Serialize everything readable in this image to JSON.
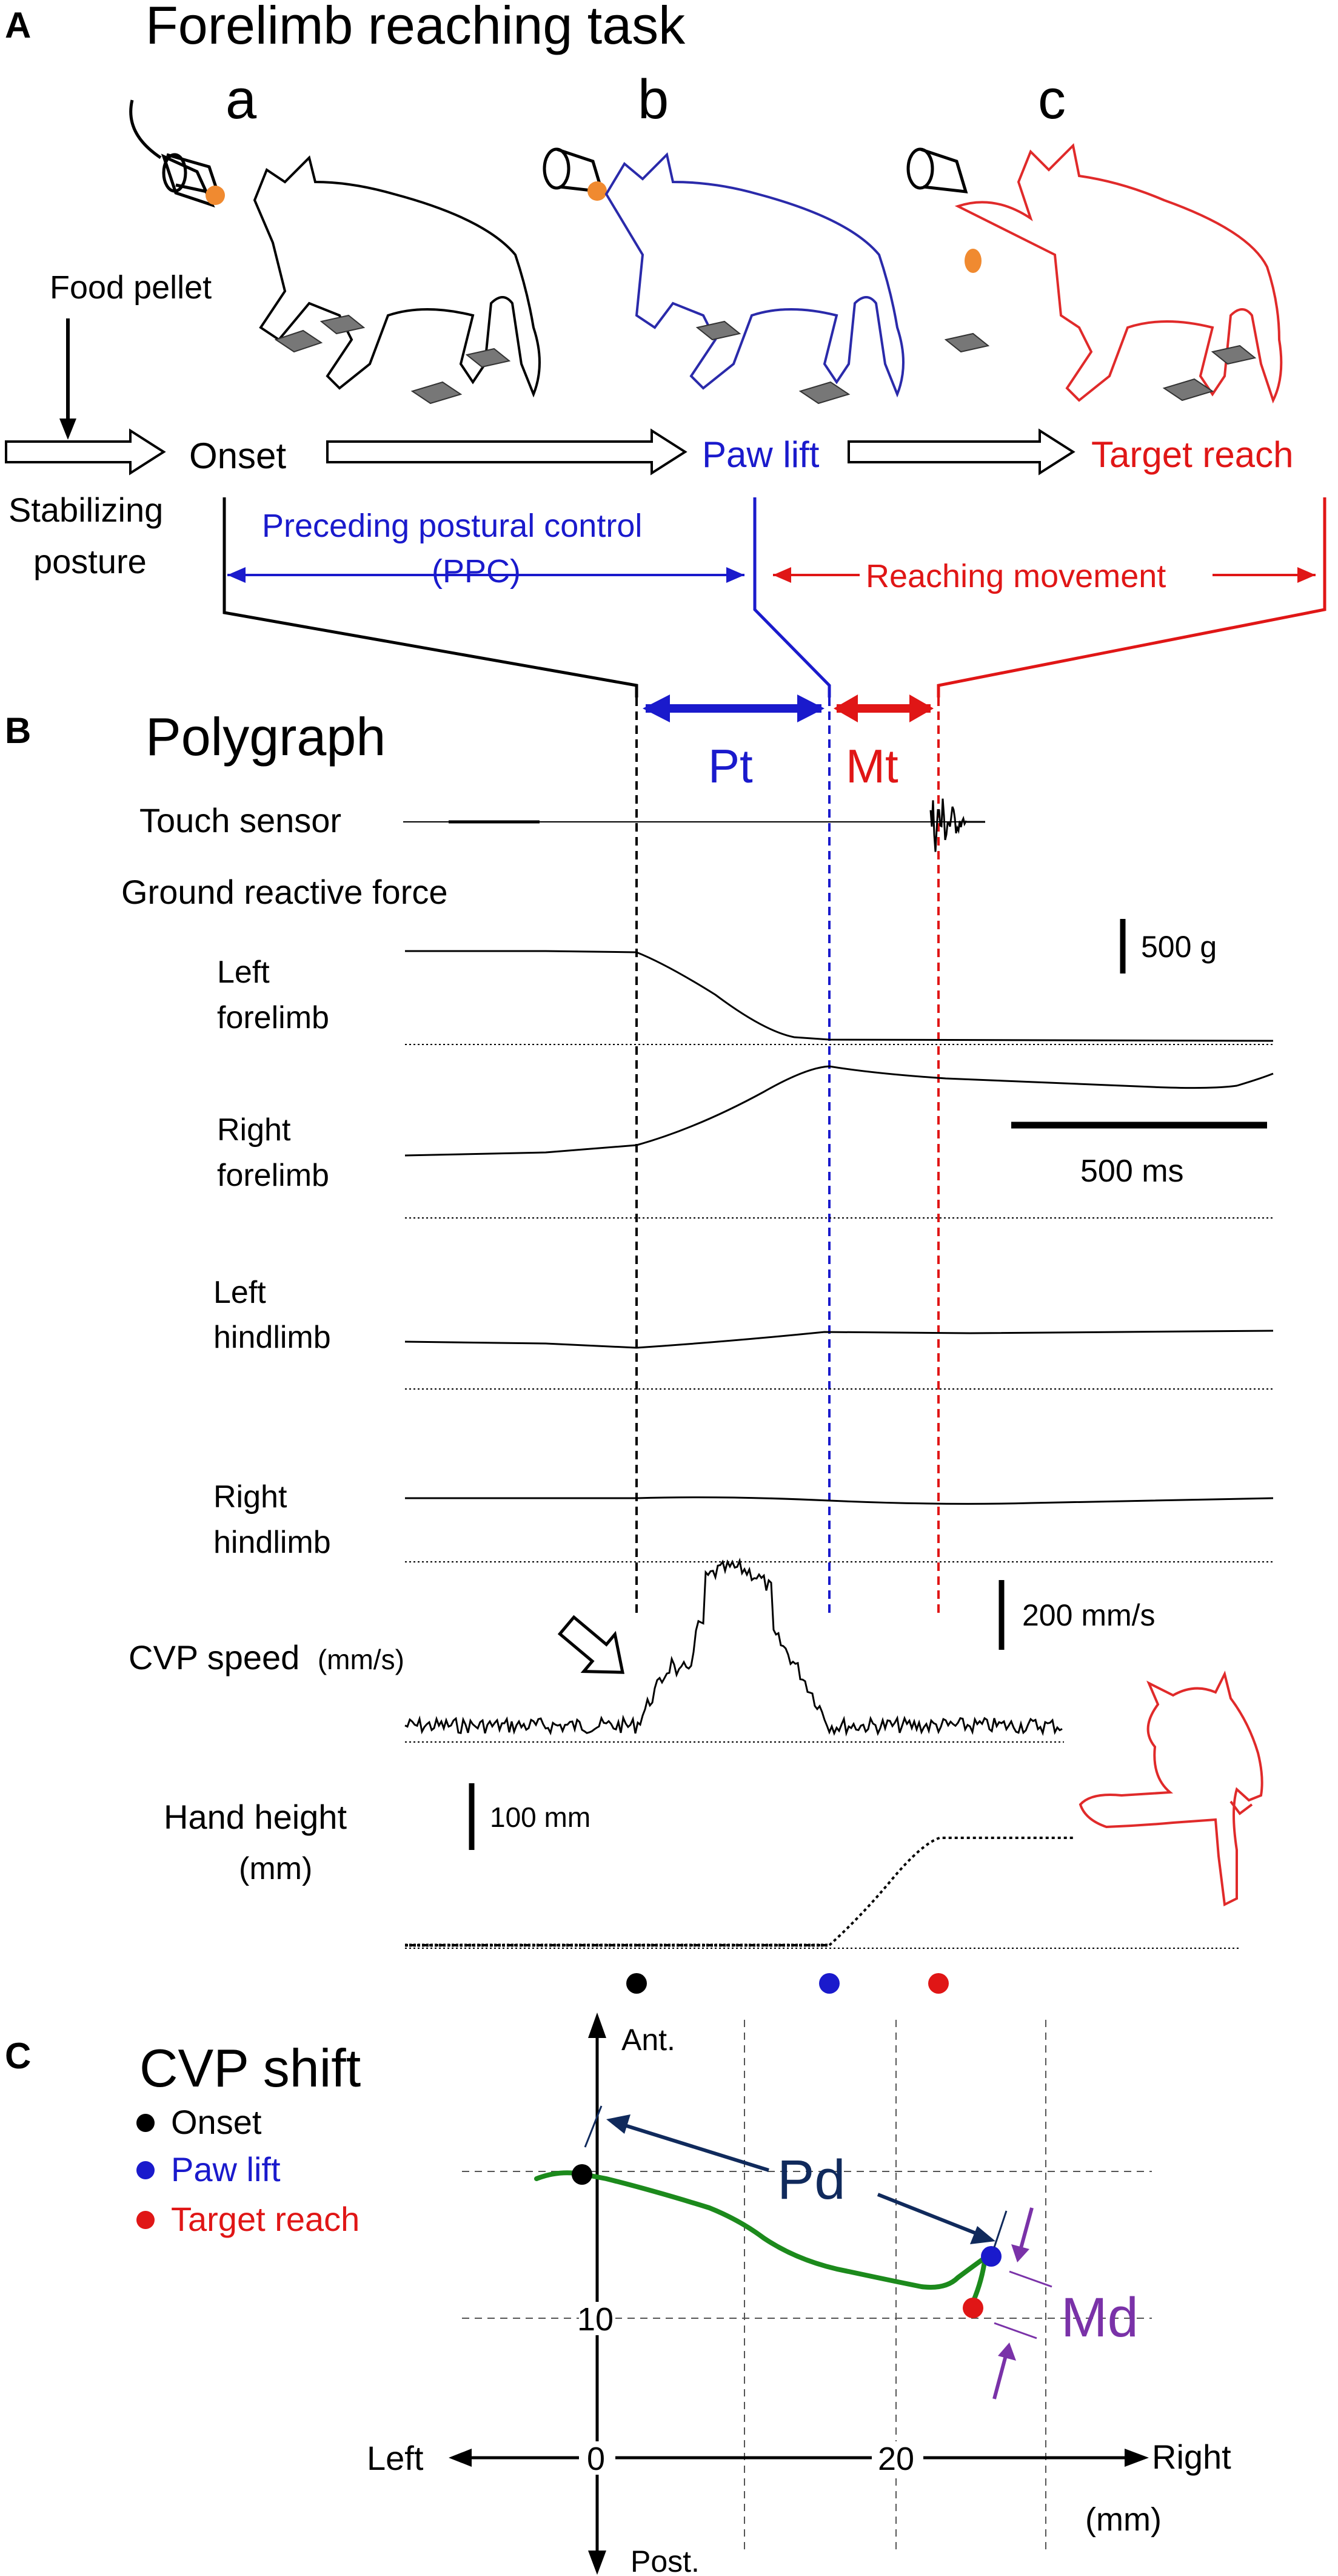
{
  "colors": {
    "onset": "#000000",
    "paw_lift": "#1a1acc",
    "target_reach": "#e01616",
    "trajectory": "#1c8a1c",
    "pd_arrow": "#102a5c",
    "md_arrow": "#7a32a8",
    "pellet": "#f08a30",
    "cat_onset": "#000000",
    "cat_paw_lift": "#2a2aaa",
    "cat_target_reach": "#e02a2a"
  },
  "panel_a": {
    "letter": "A",
    "title": "Forelimb reaching task",
    "sub_a": "a",
    "sub_b": "b",
    "sub_c": "c",
    "food_pellet": "Food pellet",
    "onset": "Onset",
    "paw_lift": "Paw lift",
    "target_reach": "Target reach",
    "stabilizing": "Stabilizing",
    "posture": "posture",
    "ppc_line1": "Preceding postural control",
    "ppc_line2": "(PPC)",
    "reaching_movement": "Reaching movement",
    "icons": [
      "food-dispenser-icon",
      "food-pellet-icon",
      "cat-standing-icon",
      "cat-reaching-icon",
      "force-plate-icon",
      "hollow-arrow-icon"
    ]
  },
  "panel_b": {
    "letter": "B",
    "title": "Polygraph",
    "pt": "Pt",
    "mt": "Mt",
    "touch_sensor": "Touch sensor",
    "grf": "Ground reactive force",
    "left_forelimb_1": "Left",
    "left_forelimb_2": "forelimb",
    "right_forelimb_1": "Right",
    "right_forelimb_2": "forelimb",
    "left_hindlimb_1": "Left",
    "left_hindlimb_2": "hindlimb",
    "right_hindlimb_1": "Right",
    "right_hindlimb_2": "hindlimb",
    "cvp_speed": "CVP speed",
    "cvp_unit": "(mm/s)",
    "hand_height": "Hand height",
    "hand_unit": "(mm)",
    "scale_force": "500 g",
    "scale_time": "500 ms",
    "scale_speed": "200 mm/s",
    "scale_height": "100 mm",
    "icons": [
      "hollow-arrow-icon",
      "cat-reaching-icon"
    ]
  },
  "panel_c": {
    "letter": "C",
    "title": "CVP shift",
    "legend_onset": "Onset",
    "legend_paw_lift": "Paw lift",
    "legend_target": "Target reach",
    "ant": "Ant.",
    "post": "Post.",
    "left": "Left",
    "right": "Right",
    "unit": "(mm)",
    "tick_0": "0",
    "tick_20": "20",
    "tick_10": "10",
    "pd": "Pd",
    "md": "Md"
  }
}
